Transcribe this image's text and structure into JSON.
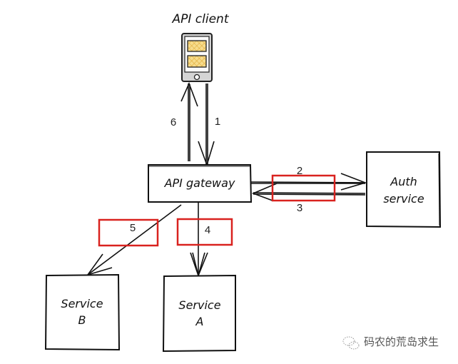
{
  "diagram": {
    "nodes": {
      "api_client": {
        "label": "API client"
      },
      "api_gateway": {
        "label": "API gateway"
      },
      "auth_service": {
        "label_line1": "Auth",
        "label_line2": "service"
      },
      "service_b": {
        "label_line1": "Service",
        "label_line2": "B"
      },
      "service_a": {
        "label_line1": "Service",
        "label_line2": "A"
      }
    },
    "edges": [
      {
        "id": "1",
        "label": "1",
        "from": "API client",
        "to": "API gateway"
      },
      {
        "id": "2",
        "label": "2",
        "from": "API gateway",
        "to": "Auth service",
        "highlighted": true
      },
      {
        "id": "3",
        "label": "3",
        "from": "Auth service",
        "to": "API gateway",
        "highlighted": true
      },
      {
        "id": "4",
        "label": "4",
        "from": "API gateway",
        "to": "Service A",
        "highlighted": true
      },
      {
        "id": "5",
        "label": "5",
        "from": "API gateway",
        "to": "Service B",
        "highlighted": true
      },
      {
        "id": "6",
        "label": "6",
        "from": "API gateway",
        "to": "API client"
      }
    ],
    "highlight_color": "#d9221f",
    "stroke_color": "#111111",
    "device_fill_color": "#f3cf6b"
  },
  "watermark": {
    "text": "码农的荒岛求生"
  }
}
